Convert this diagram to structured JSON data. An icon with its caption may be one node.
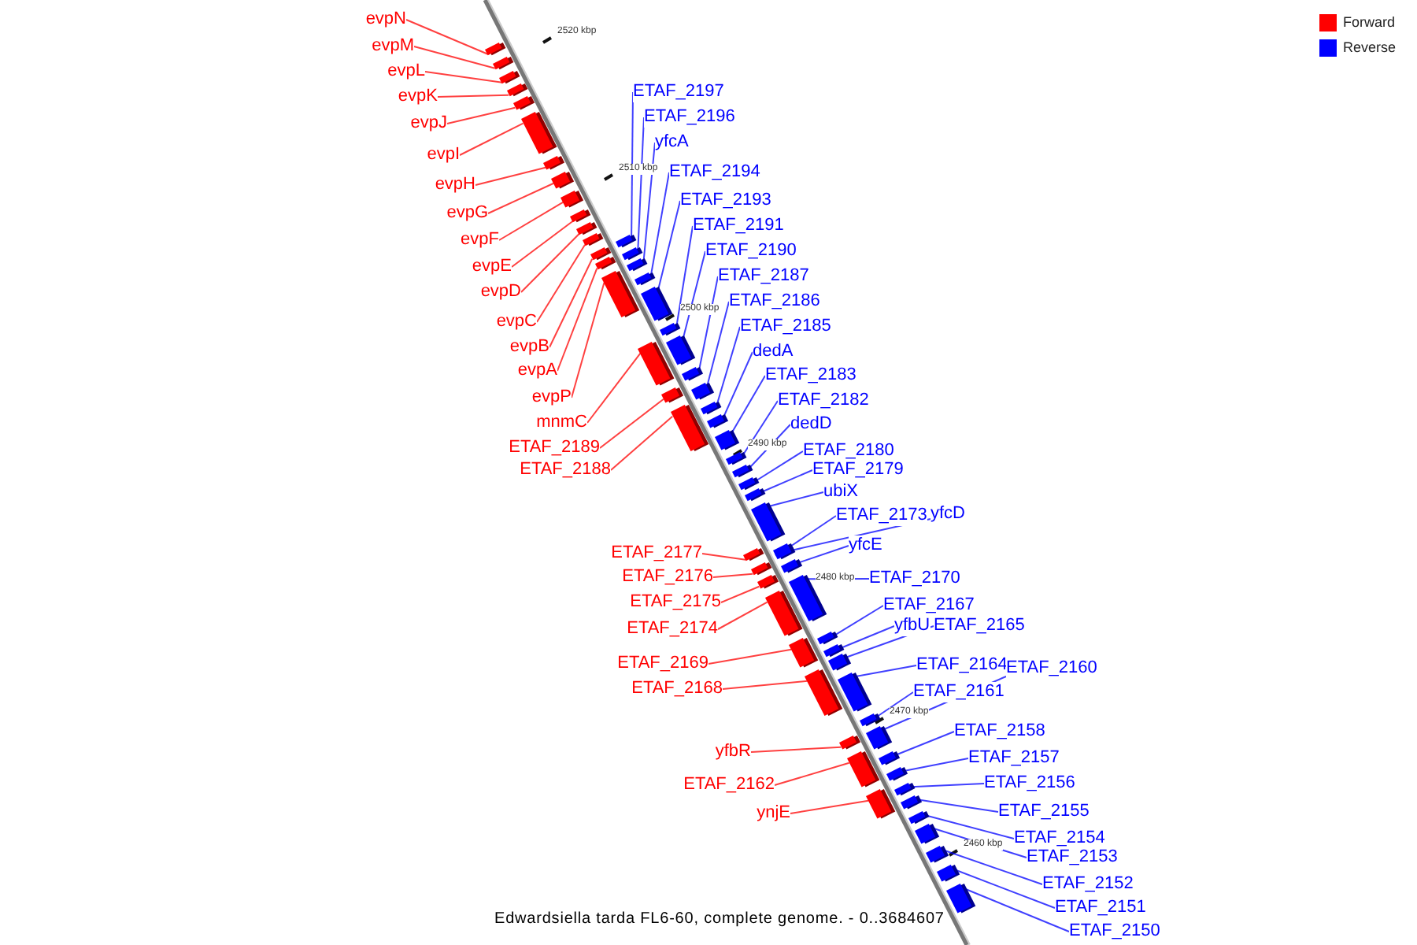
{
  "diagram": {
    "caption": "Edwardsiella tarda FL6-60, complete genome. - 0..3684607",
    "nodes": [
      {
        "text": [
          "evpN"
        ]
      },
      {
        "text": [
          "evpM"
        ]
      },
      {
        "text": [
          "evpL"
        ]
      },
      {
        "text": [
          "evpK"
        ]
      },
      {
        "text": [
          "evpJ"
        ]
      },
      {
        "text": [
          "evpI"
        ]
      },
      {
        "text": [
          "evpH"
        ]
      },
      {
        "text": [
          "evpG"
        ]
      },
      {
        "text": [
          "evpF"
        ]
      },
      {
        "text": [
          "evpE"
        ]
      },
      {
        "text": [
          "evpD"
        ]
      },
      {
        "text": [
          "evpC"
        ]
      },
      {
        "text": [
          "evpB"
        ]
      },
      {
        "text": [
          "evpA"
        ]
      },
      {
        "text": [
          "evpP"
        ]
      },
      {
        "text": [
          "mnmC"
        ]
      },
      {
        "text": [
          "ETAF_2189"
        ]
      },
      {
        "text": [
          "ETAF_2188"
        ]
      },
      {
        "text": [
          "ETAF_2177"
        ]
      },
      {
        "text": [
          "ETAF_2176"
        ]
      },
      {
        "text": [
          "ETAF_2175"
        ]
      },
      {
        "text": [
          "ETAF_2174"
        ]
      },
      {
        "text": [
          "ETAF_2169"
        ]
      },
      {
        "text": [
          "ETAF_2168"
        ]
      },
      {
        "text": [
          "yfbR"
        ]
      },
      {
        "text": [
          "ETAF_2162"
        ]
      },
      {
        "text": [
          "ynjE"
        ]
      },
      {
        "text": [
          "ETAF_2197"
        ]
      },
      {
        "text": [
          "ETAF_2196"
        ]
      },
      {
        "text": [
          "yfcA"
        ]
      },
      {
        "text": [
          "ETAF_2194"
        ]
      },
      {
        "text": [
          "ETAF_2193"
        ]
      },
      {
        "text": [
          "ETAF_2191"
        ]
      },
      {
        "text": [
          "ETAF_2190"
        ]
      },
      {
        "text": [
          "ETAF_2187"
        ]
      },
      {
        "text": [
          "ETAF_2186"
        ]
      },
      {
        "text": [
          "ETAF_2185"
        ]
      },
      {
        "text": [
          "dedA"
        ]
      },
      {
        "text": [
          "ETAF_2183"
        ]
      },
      {
        "text": [
          "ETAF_2182"
        ]
      },
      {
        "text": [
          "dedD"
        ]
      },
      {
        "text": [
          "ETAF_2180"
        ]
      },
      {
        "text": [
          "ETAF_2179"
        ]
      },
      {
        "text": [
          "ubiX"
        ]
      },
      {
        "text": [
          "ETAF_2173"
        ]
      },
      {
        "text": [
          "yfcD"
        ]
      },
      {
        "text": [
          "yfcE"
        ]
      },
      {
        "text": [
          "ETAF_2170"
        ]
      },
      {
        "text": [
          "ETAF_2167"
        ]
      },
      {
        "text": [
          "yfbU"
        ]
      },
      {
        "text": [
          "ETAF_2165"
        ]
      },
      {
        "text": [
          "ETAF_2164"
        ]
      },
      {
        "text": [
          "ETAF_2160"
        ]
      },
      {
        "text": [
          "ETAF_2161"
        ]
      },
      {
        "text": [
          "ETAF_2158"
        ]
      },
      {
        "text": [
          "ETAF_2157"
        ]
      },
      {
        "text": [
          "ETAF_2156"
        ]
      },
      {
        "text": [
          "ETAF_2155"
        ]
      },
      {
        "text": [
          "ETAF_2154"
        ]
      },
      {
        "text": [
          "ETAF_2153"
        ]
      },
      {
        "text": [
          "ETAF_2152"
        ]
      },
      {
        "text": [
          "ETAF_2151"
        ]
      },
      {
        "text": [
          "ETAF_2150"
        ]
      },
      {
        "text": [],
        "shape": "bar"
      },
      {
        "text": [],
        "shape": "bar"
      },
      {
        "text": [],
        "shape": "bar"
      },
      {
        "text": [],
        "shape": "bar"
      },
      {
        "text": [],
        "shape": "bar"
      },
      {
        "text": [],
        "shape": "bar"
      },
      {
        "text": [],
        "shape": "bar"
      },
      {
        "text": [],
        "shape": "bar"
      },
      {
        "text": [],
        "shape": "bar"
      },
      {
        "text": [],
        "shape": "bar"
      },
      {
        "text": [],
        "shape": "bar"
      },
      {
        "text": [],
        "shape": "bar"
      },
      {
        "text": [],
        "shape": "bar"
      },
      {
        "text": [],
        "shape": "bar"
      },
      {
        "text": [],
        "shape": "bar"
      },
      {
        "text": [],
        "shape": "bar"
      },
      {
        "text": [],
        "shape": "bar"
      },
      {
        "text": [],
        "shape": "bar"
      },
      {
        "text": [],
        "shape": "bar"
      },
      {
        "text": [],
        "shape": "bar"
      },
      {
        "text": [],
        "shape": "bar"
      },
      {
        "text": [],
        "shape": "bar"
      },
      {
        "text": [],
        "shape": "bar"
      },
      {
        "text": [],
        "shape": "bar"
      },
      {
        "text": [],
        "shape": "bar"
      },
      {
        "text": [],
        "shape": "bar"
      },
      {
        "text": [],
        "shape": "bar"
      },
      {
        "text": [],
        "shape": "bar"
      },
      {
        "text": [],
        "shape": "bar"
      },
      {
        "text": [],
        "shape": "bar"
      },
      {
        "text": [],
        "shape": "bar"
      },
      {
        "text": [],
        "shape": "bar"
      },
      {
        "text": [],
        "shape": "bar"
      },
      {
        "text": [],
        "shape": "bar"
      },
      {
        "text": [],
        "shape": "bar"
      },
      {
        "text": [],
        "shape": "bar"
      },
      {
        "text": [],
        "shape": "bar"
      },
      {
        "text": [],
        "shape": "bar"
      },
      {
        "text": [],
        "shape": "bar"
      },
      {
        "text": [],
        "shape": "bar"
      },
      {
        "text": [],
        "shape": "bar"
      },
      {
        "text": [],
        "shape": "bar"
      },
      {
        "text": [],
        "shape": "bar"
      },
      {
        "text": [],
        "shape": "bar"
      },
      {
        "text": [],
        "shape": "bar"
      },
      {
        "text": [],
        "shape": "bar"
      },
      {
        "text": [],
        "shape": "bar"
      },
      {
        "text": [],
        "shape": "bar"
      },
      {
        "text": [],
        "shape": "bar"
      },
      {
        "text": [],
        "shape": "bar"
      },
      {
        "text": [],
        "shape": "bar"
      },
      {
        "text": [],
        "shape": "bar"
      },
      {
        "text": [],
        "shape": "bar"
      },
      {
        "text": [],
        "shape": "bar"
      },
      {
        "text": [],
        "shape": "bar"
      },
      {
        "text": [],
        "shape": "bar"
      },
      {
        "text": [],
        "shape": "bar"
      },
      {
        "text": [],
        "shape": "bar"
      },
      {
        "text": [],
        "shape": "bar"
      },
      {
        "text": [],
        "shape": "bar"
      },
      {
        "text": [],
        "shape": "bar"
      },
      {
        "text": [],
        "shape": "bar"
      },
      {
        "text": [],
        "shape": "bar"
      }
    ],
    "edges": [
      {
        "from": 0,
        "to": 63,
        "arrow": "none",
        "color": "#ff0000"
      },
      {
        "from": 1,
        "to": 64,
        "arrow": "none",
        "color": "#ff0000"
      },
      {
        "from": 2,
        "to": 65,
        "arrow": "none",
        "color": "#ff0000"
      },
      {
        "from": 3,
        "to": 66,
        "arrow": "none",
        "color": "#ff0000"
      },
      {
        "from": 4,
        "to": 67,
        "arrow": "none",
        "color": "#ff0000"
      },
      {
        "from": 5,
        "to": 68,
        "arrow": "none",
        "color": "#ff0000"
      },
      {
        "from": 6,
        "to": 69,
        "arrow": "none",
        "color": "#ff0000"
      },
      {
        "from": 7,
        "to": 70,
        "arrow": "none",
        "color": "#ff0000"
      },
      {
        "from": 8,
        "to": 71,
        "arrow": "none",
        "color": "#ff0000"
      },
      {
        "from": 9,
        "to": 72,
        "arrow": "none",
        "color": "#ff0000"
      },
      {
        "from": 10,
        "to": 73,
        "arrow": "none",
        "color": "#ff0000"
      },
      {
        "from": 11,
        "to": 74,
        "arrow": "none",
        "color": "#ff0000"
      },
      {
        "from": 12,
        "to": 75,
        "arrow": "none",
        "color": "#ff0000"
      },
      {
        "from": 13,
        "to": 76,
        "arrow": "none",
        "color": "#ff0000"
      },
      {
        "from": 14,
        "to": 77,
        "arrow": "none",
        "color": "#ff0000"
      },
      {
        "from": 15,
        "to": 78,
        "arrow": "none",
        "color": "#ff0000"
      },
      {
        "from": 16,
        "to": 79,
        "arrow": "none",
        "color": "#ff0000"
      },
      {
        "from": 17,
        "to": 80,
        "arrow": "none",
        "color": "#ff0000"
      },
      {
        "from": 18,
        "to": 81,
        "arrow": "none",
        "color": "#ff0000"
      },
      {
        "from": 19,
        "to": 82,
        "arrow": "none",
        "color": "#ff0000"
      },
      {
        "from": 20,
        "to": 83,
        "arrow": "none",
        "color": "#ff0000"
      },
      {
        "from": 21,
        "to": 84,
        "arrow": "none",
        "color": "#ff0000"
      },
      {
        "from": 22,
        "to": 85,
        "arrow": "none",
        "color": "#ff0000"
      },
      {
        "from": 23,
        "to": 86,
        "arrow": "none",
        "color": "#ff0000"
      },
      {
        "from": 24,
        "to": 87,
        "arrow": "none",
        "color": "#ff0000"
      },
      {
        "from": 25,
        "to": 88,
        "arrow": "none",
        "color": "#ff0000"
      },
      {
        "from": 26,
        "to": 89,
        "arrow": "none",
        "color": "#ff0000"
      },
      {
        "from": 27,
        "to": 90,
        "arrow": "none"
      },
      {
        "from": 28,
        "to": 91,
        "arrow": "none"
      },
      {
        "from": 29,
        "to": 92,
        "arrow": "none"
      },
      {
        "from": 30,
        "to": 93,
        "arrow": "none"
      },
      {
        "from": 31,
        "to": 94,
        "arrow": "none"
      },
      {
        "from": 32,
        "to": 95,
        "arrow": "none"
      },
      {
        "from": 33,
        "to": 96,
        "arrow": "none"
      },
      {
        "from": 34,
        "to": 97,
        "arrow": "none"
      },
      {
        "from": 35,
        "to": 98,
        "arrow": "none"
      },
      {
        "from": 36,
        "to": 99,
        "arrow": "none"
      },
      {
        "from": 37,
        "to": 100,
        "arrow": "none"
      },
      {
        "from": 38,
        "to": 101,
        "arrow": "none"
      },
      {
        "from": 39,
        "to": 102,
        "arrow": "none"
      },
      {
        "from": 40,
        "to": 103,
        "arrow": "none"
      },
      {
        "from": 41,
        "to": 104,
        "arrow": "none"
      },
      {
        "from": 42,
        "to": 105,
        "arrow": "none"
      },
      {
        "from": 43,
        "to": 106,
        "arrow": "none"
      },
      {
        "from": 44,
        "to": 107,
        "arrow": "none"
      },
      {
        "from": 45,
        "to": 108,
        "arrow": "none"
      },
      {
        "from": 46,
        "to": 109,
        "arrow": "none"
      },
      {
        "from": 47,
        "to": 110,
        "arrow": "none"
      },
      {
        "from": 48,
        "to": 111,
        "arrow": "none"
      },
      {
        "from": 49,
        "to": 112,
        "arrow": "none"
      },
      {
        "from": 50,
        "to": 113,
        "arrow": "none"
      },
      {
        "from": 51,
        "to": 114,
        "arrow": "none"
      },
      {
        "from": 52,
        "to": 115,
        "arrow": "none"
      },
      {
        "from": 53,
        "to": 116,
        "arrow": "none"
      },
      {
        "from": 54,
        "to": 117,
        "arrow": "none"
      },
      {
        "from": 55,
        "to": 118,
        "arrow": "none"
      },
      {
        "from": 56,
        "to": 119,
        "arrow": "none"
      },
      {
        "from": 57,
        "to": 120,
        "arrow": "none"
      },
      {
        "from": 58,
        "to": 121,
        "arrow": "none"
      },
      {
        "from": 59,
        "to": 122,
        "arrow": "none"
      },
      {
        "from": 60,
        "to": 123,
        "arrow": "none"
      },
      {
        "from": 61,
        "to": 124,
        "arrow": "none"
      },
      {
        "from": 62,
        "to": 125,
        "arrow": "none"
      }
    ],
    "labels": [
      "2520 kbp",
      "2510 kbp",
      "2500 kbp",
      "2490 kbp",
      "2480 kbp",
      "2470 kbp",
      "2460 kbp"
    ],
    "legend": [
      {
        "text": "Forward",
        "color": "#ff0000"
      },
      {
        "text": "Reverse",
        "color": "#0000ff"
      }
    ]
  }
}
